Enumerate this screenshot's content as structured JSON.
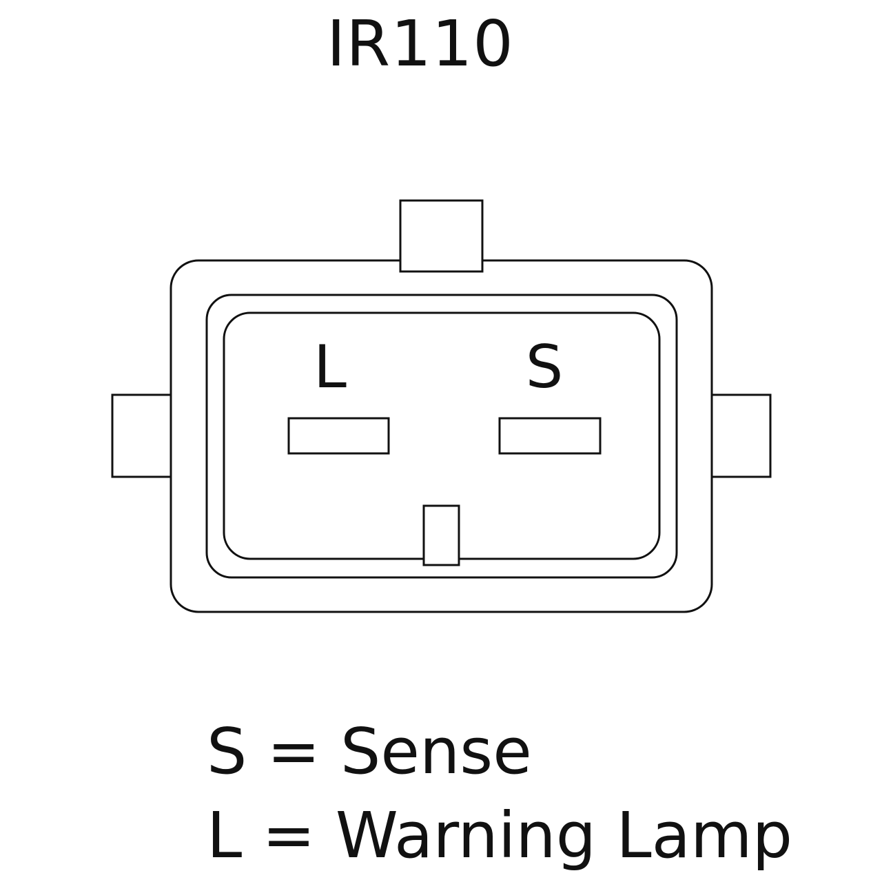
{
  "title": "IR110",
  "pins": {
    "left": "L",
    "right": "S"
  },
  "legend": [
    {
      "key": "S",
      "separator": "=",
      "meaning": "Sense"
    },
    {
      "key": "L",
      "separator": "=",
      "meaning": "Warning Lamp"
    }
  ],
  "colors": {
    "stroke": "#111111",
    "background": "#ffffff"
  }
}
